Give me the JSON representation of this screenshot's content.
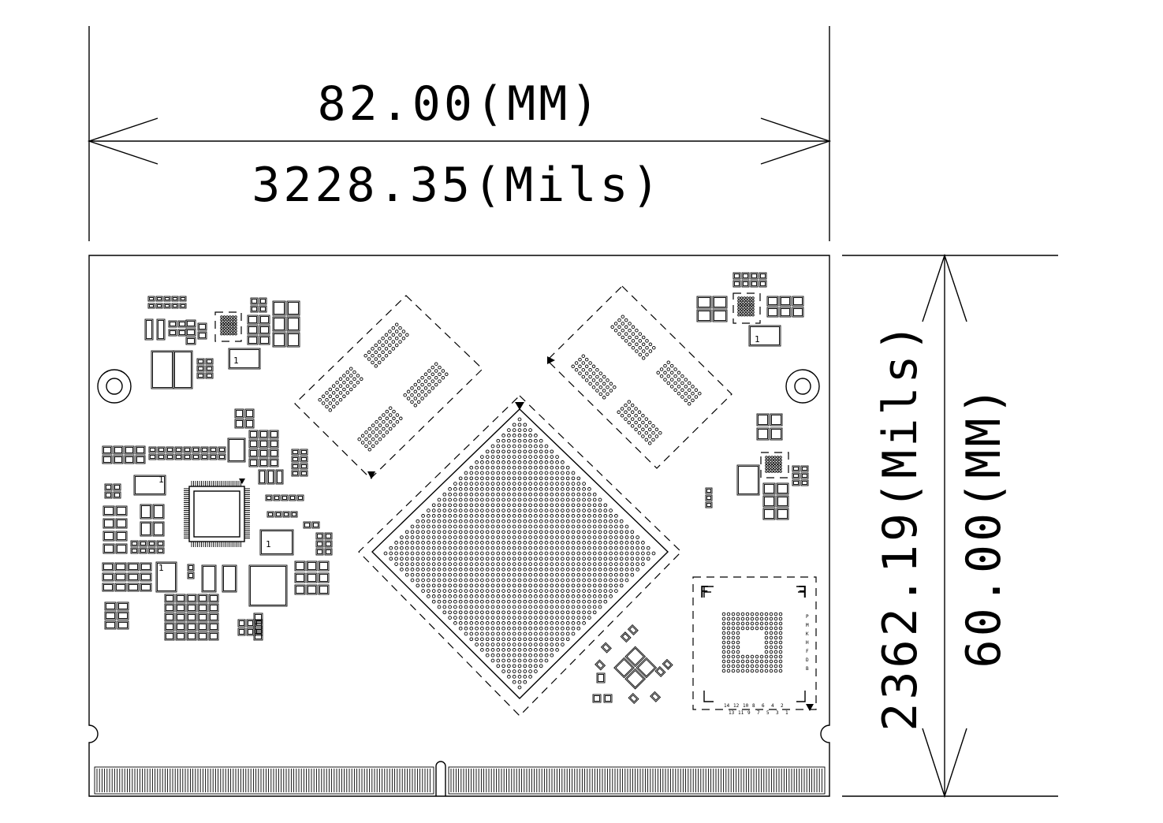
{
  "dimensions": {
    "width_mm": "82.00(MM)",
    "width_mils": "3228.35(Mils)",
    "height_mils": "2362.19(Mils)",
    "height_mm": "60.00(MM)"
  },
  "component_labels": {
    "pin1_a": "1",
    "pin1_b": "1",
    "pin1_c": "1",
    "pin1_d": "1",
    "pin1_e": "1",
    "emmc_marker_tl": "F",
    "emmc_marker_tr": "F"
  },
  "emmc_column_numbers_top": [
    "14",
    "12",
    "10",
    "8",
    "6",
    "4",
    "2"
  ],
  "emmc_column_numbers_bottom": [
    "13",
    "11",
    "9",
    "7",
    "5",
    "3",
    "1"
  ],
  "emmc_row_letters": [
    "P",
    "M",
    "K",
    "H",
    "F",
    "D",
    "B"
  ],
  "colors": {
    "ink": "#000000",
    "paper": "#ffffff"
  }
}
